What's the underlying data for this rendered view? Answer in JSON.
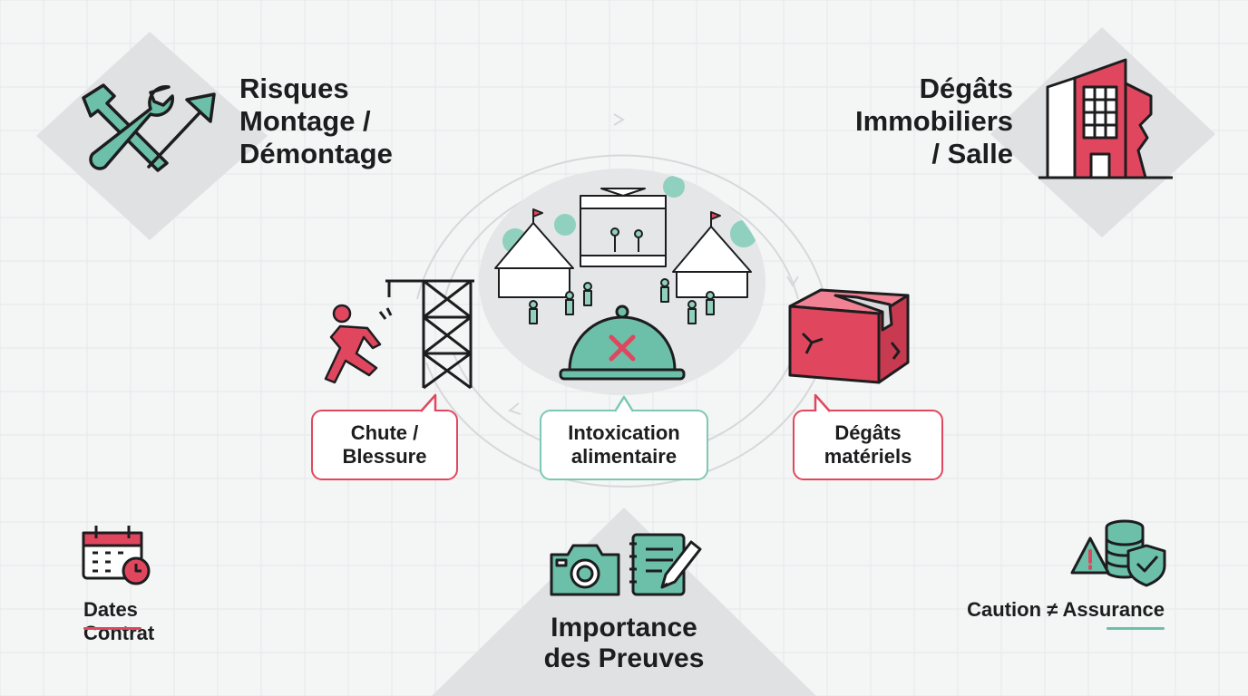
{
  "colors": {
    "accent_red": "#e0475e",
    "accent_teal": "#6cbfa8",
    "ink": "#1d1d1f",
    "grid": "#e3e5e6",
    "diamond": "#dfe1e2"
  },
  "top_left": {
    "title": "Risques\nMontage /\nDémontage",
    "icon": "hammer-wrench-arrow-icon"
  },
  "top_right": {
    "title": "Dégâts\nImmobiliers\n/ Salle",
    "icon": "damaged-building-icon"
  },
  "center": {
    "scene_icon": "festival-scene-icon",
    "bubbles": [
      {
        "label": "Chute /\nBlessure",
        "icon": "person-falling-scaffold-icon"
      },
      {
        "label": "Intoxication\nalimentaire",
        "icon": "food-cloche-cross-icon"
      },
      {
        "label": "Dégâts\nmatériels",
        "icon": "damaged-box-icon"
      }
    ]
  },
  "bottom_center": {
    "title": "Importance\ndes Preuves",
    "icons": [
      "camera-icon",
      "notebook-pen-icon"
    ]
  },
  "bottom_left": {
    "label": "Dates Contrat",
    "icon": "calendar-clock-icon"
  },
  "bottom_right": {
    "label": "Caution ≠ Assurance",
    "icon": "coins-shield-warning-icon"
  }
}
